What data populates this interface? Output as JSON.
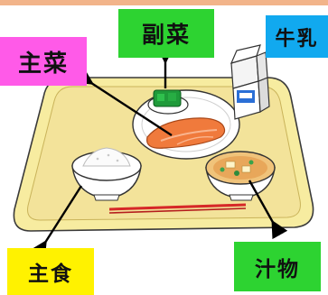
{
  "labels": {
    "main_dish": "主菜",
    "side_dish": "副菜",
    "milk": "牛乳",
    "staple": "主食",
    "soup": "汁物"
  },
  "colors": {
    "main_dish": "#ff5ae8",
    "side_dish": "#2dd331",
    "milk": "#11a9ef",
    "staple": "#fff200",
    "soup": "#2dd331",
    "tray": "#f7eca0",
    "tray_edge": "#d9c46a",
    "salmon": "#f07a3c",
    "chopsticks": "#d62828"
  }
}
